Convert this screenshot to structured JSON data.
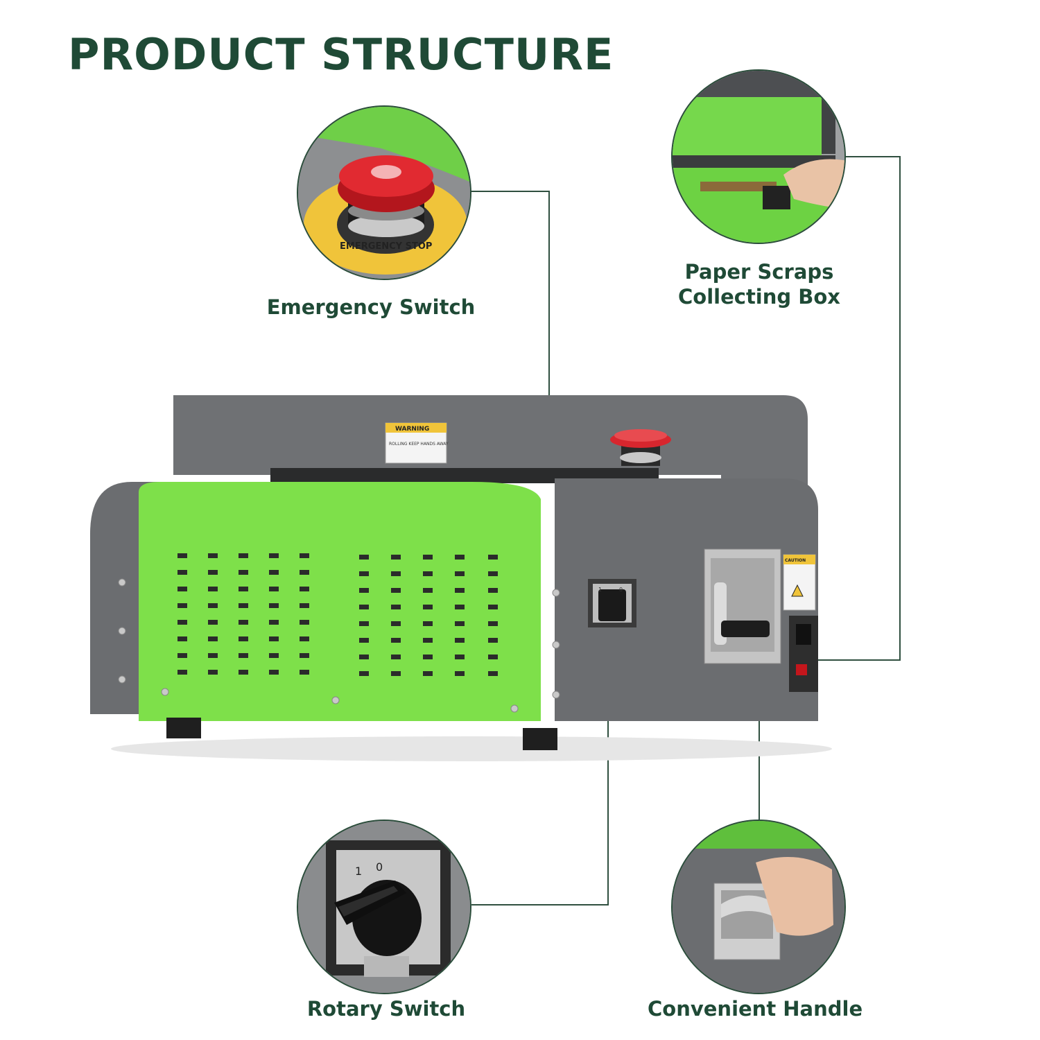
{
  "header": {
    "title": "PRODUCT STRUCTURE"
  },
  "callouts": {
    "emergency_switch": "Emergency Switch",
    "paper_scraps_line1": "Paper Scraps",
    "paper_scraps_line2": "Collecting Box",
    "rotary_switch": "Rotary Switch",
    "convenient_handle": "Convenient Handle"
  },
  "machine_labels": {
    "warning_header": "WARNING",
    "warning_text": "ROLLING KEEP HANDS AWAY",
    "caution_header": "CAUTION",
    "estop_ring": "EMERGENCY STOP",
    "rotary_left": "1",
    "rotary_right": "0"
  },
  "colors": {
    "accent_green": "#7ee04a",
    "body_gray": "#6b6d70",
    "text_green": "#1f4a36",
    "estop_red": "#d7262e",
    "estop_yellow": "#f0c43a"
  }
}
